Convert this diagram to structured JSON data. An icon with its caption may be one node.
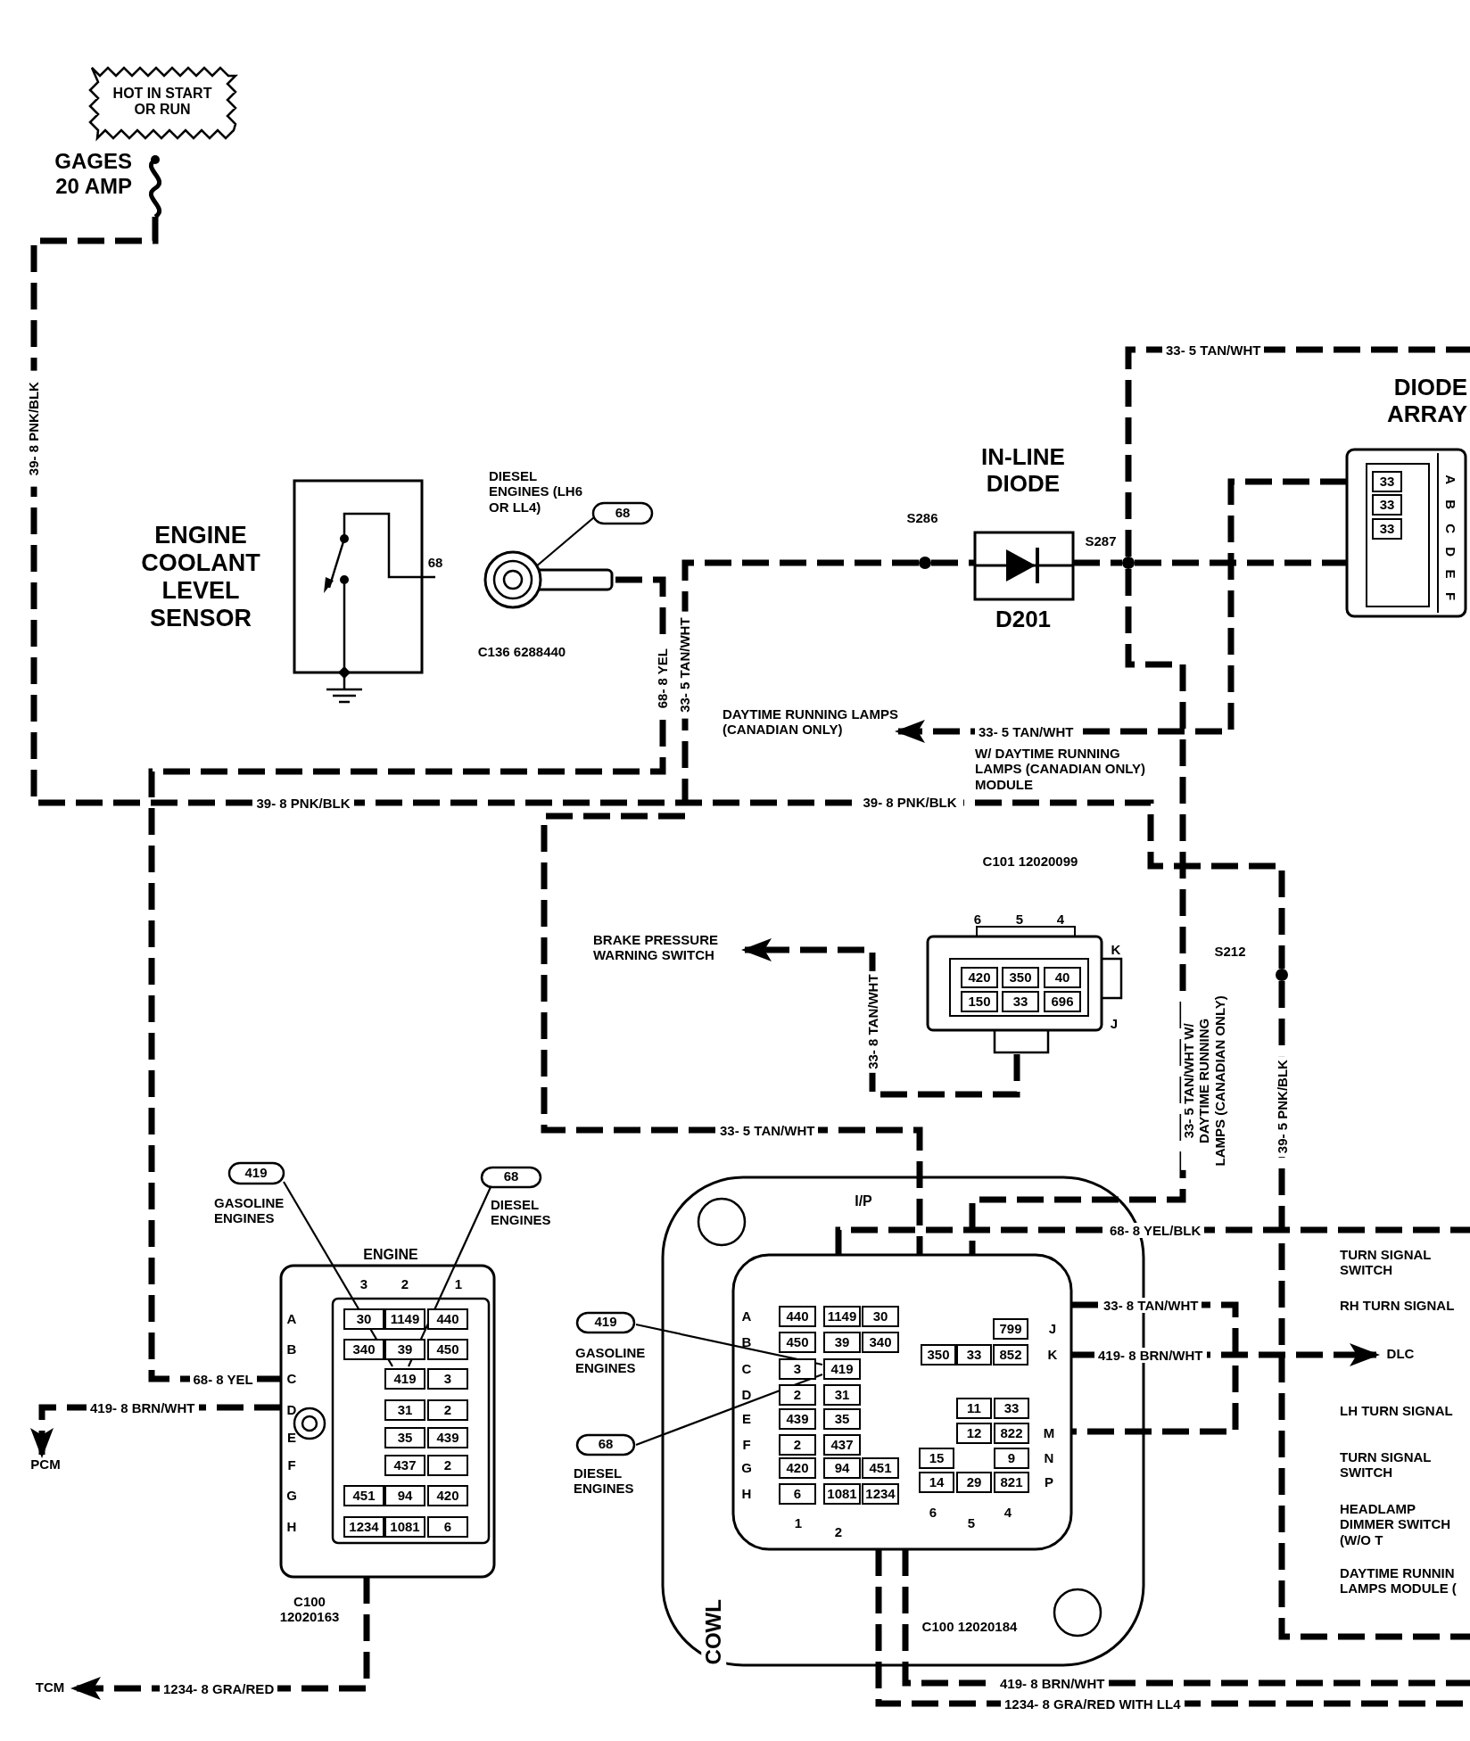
{
  "diagram": {
    "nodes": [
      {
        "text": [
          "HOT IN START OR RUN"
        ]
      },
      {
        "text": [
          "GAGES 20 AMP"
        ]
      },
      {
        "text": [
          "ENGINE COOLANT LEVEL SENSOR"
        ],
        "beside": [
          "68"
        ]
      },
      {
        "text": [
          "C136 6288440"
        ]
      },
      {
        "text": [
          "68"
        ],
        "beside": [
          "DIESEL ENGINES (LH6 OR LL4)"
        ]
      },
      {
        "text": [
          "S286"
        ]
      },
      {
        "text": [
          "IN-LINE DIODE",
          "D201"
        ]
      },
      {
        "text": [
          "S287"
        ]
      },
      {
        "text": [
          "DIODE ARRAY",
          "33",
          "33",
          "33",
          "A",
          "B",
          "C",
          "D",
          "E",
          "F"
        ]
      },
      {
        "text": [
          "DAYTIME RUNNING LAMPS (CANADIAN ONLY)"
        ]
      },
      {
        "text": [
          "BRAKE PRESSURE WARNING SWITCH"
        ]
      },
      {
        "text": [
          "C101 12020099",
          "6",
          "5",
          "4",
          "K",
          "J",
          "420",
          "350",
          "40",
          "150",
          "33",
          "696"
        ]
      },
      {
        "text": [
          "S212"
        ]
      },
      {
        "text": [
          "ENGINE",
          "3",
          "2",
          "1",
          "A",
          "B",
          "C",
          "D",
          "E",
          "F",
          "G",
          "H",
          "30",
          "1149",
          "440",
          "340",
          "39",
          "450",
          "419",
          "3",
          "31",
          "2",
          "35",
          "439",
          "437",
          "2",
          "451",
          "94",
          "420",
          "1234",
          "1081",
          "6",
          "C100 12020163"
        ]
      },
      {
        "text": [
          "419"
        ],
        "beside": [
          "GASOLINE ENGINES"
        ]
      },
      {
        "text": [
          "68"
        ],
        "beside": [
          "DIESEL ENGINES"
        ]
      },
      {
        "text": [
          "PCM"
        ]
      },
      {
        "text": [
          "TCM"
        ]
      },
      {
        "text": [
          "I/P",
          "A",
          "B",
          "C",
          "D",
          "E",
          "F",
          "G",
          "H",
          "J",
          "K",
          "M",
          "N",
          "P",
          "440",
          "1149",
          "30",
          "450",
          "39",
          "340",
          "3",
          "419",
          "2",
          "31",
          "439",
          "35",
          "2",
          "437",
          "420",
          "94",
          "451",
          "6",
          "1081",
          "1234",
          "799",
          "350",
          "33",
          "852",
          "11",
          "33",
          "12",
          "822",
          "15",
          "9",
          "14",
          "29",
          "821",
          "1",
          "2",
          "6",
          "5",
          "4",
          "C100 12020184"
        ]
      },
      {
        "text": [
          "419"
        ],
        "beside": [
          "GASOLINE ENGINES"
        ]
      },
      {
        "text": [
          "68"
        ],
        "beside": [
          "DIESEL ENGINES"
        ]
      },
      {
        "text": [
          "DLC"
        ]
      }
    ],
    "edges": [
      {
        "from": 1,
        "to": 12,
        "arrow": "none",
        "label": "39- 8 PNK/BLK",
        "style": "dashed"
      },
      {
        "from": 12,
        "to": null,
        "arrow": "none",
        "label": "39- 5 PNK/BLK",
        "style": "dashed"
      },
      {
        "from": 4,
        "to": 3,
        "arrow": "none"
      },
      {
        "from": 3,
        "to": 13,
        "arrow": "none",
        "label": "68- 8 YEL",
        "style": "dashed"
      },
      {
        "from": 5,
        "to": 6,
        "arrow": "none",
        "style": "dashed"
      },
      {
        "from": 6,
        "to": 7,
        "arrow": "none",
        "style": "dashed"
      },
      {
        "from": 7,
        "to": 8,
        "arrow": "none",
        "style": "dashed"
      },
      {
        "from": 5,
        "to": 18,
        "arrow": "none",
        "label": "33- 5 TAN/WHT",
        "style": "dashed"
      },
      {
        "from": 7,
        "to": 18,
        "arrow": "none",
        "label": "33- 5 TAN/WHT W/ DAYTIME RUNNING LAMPS (CANADIAN ONLY)",
        "style": "dashed"
      },
      {
        "from": 13,
        "to": 16,
        "arrow": "to",
        "label": "419- 8 BRN/WHT",
        "style": "dashed"
      },
      {
        "from": 13,
        "to": 17,
        "arrow": "to",
        "label": "1234- 8 GRA/RED",
        "style": "dashed"
      },
      {
        "from": 8,
        "to": 9,
        "arrow": "to",
        "label": "33- 5 TAN/WHT",
        "style": "dashed"
      },
      {
        "from": 11,
        "to": 10,
        "arrow": "to",
        "label": "33- 8 TAN/WHT",
        "style": "dashed"
      },
      {
        "from": 14,
        "to": 13,
        "arrow": "none"
      },
      {
        "from": 15,
        "to": 13,
        "arrow": "none"
      },
      {
        "from": 19,
        "to": 18,
        "arrow": "none"
      },
      {
        "from": 20,
        "to": 18,
        "arrow": "none"
      },
      {
        "from": 18,
        "to": 21,
        "arrow": "to",
        "label": "419- 8 BRN/WHT",
        "style": "dashed"
      },
      {
        "from": 18,
        "to": null,
        "arrow": "none",
        "label": "68- 8 YEL/BLK",
        "style": "dashed"
      },
      {
        "from": 18,
        "to": 18,
        "arrow": "none",
        "label": "33- 8 TAN/WHT",
        "style": "dashed"
      },
      {
        "from": 18,
        "to": null,
        "arrow": "none",
        "label": "419- 8 BRN/WHT",
        "style": "dashed"
      },
      {
        "from": 18,
        "to": null,
        "arrow": "none",
        "label": "1234- 8 GRA/RED WITH LL4",
        "style": "dashed"
      },
      {
        "from": 7,
        "to": null,
        "arrow": "none",
        "label": "33- 5 TAN/WHT",
        "style": "dashed"
      }
    ],
    "labels": [
      "39- 8 PNK/BLK",
      "68- 8 YEL",
      "33- 5 TAN/WHT",
      "39- 8 PNK/BLK",
      "W/ DAYTIME RUNNING LAMPS (CANADIAN ONLY) MODULE",
      "COWL",
      "TURN SIGNAL SWITCH",
      "RH TURN SIGNAL",
      "LH TURN SIGNAL",
      "TURN SIGNAL SWITCH",
      "HEADLAMP DIMMER SWITCH (W/O T",
      "DAYTIME RUNNIN LAMPS MODULE ("
    ]
  }
}
